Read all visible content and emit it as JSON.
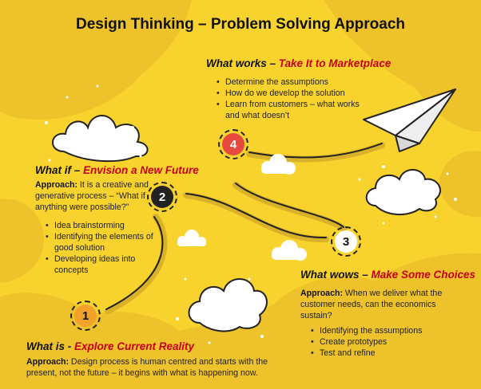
{
  "title": "Design Thinking – Problem Solving Approach",
  "colors": {
    "background": "#f8d32d",
    "accent_red": "#c8001a",
    "step1": "#f2a22a",
    "step2": "#222222",
    "step3": "#ffffff",
    "step4": "#e8493f"
  },
  "steps": [
    {
      "number": "1",
      "prefix": "What is - ",
      "title": "Explore Current Reality",
      "approach_label": "Approach:",
      "approach": " Design process is human centred and starts with the present, not the future – it begins with what is happening now.",
      "bullets": []
    },
    {
      "number": "2",
      "prefix": "What if – ",
      "title": "Envision a New Future",
      "approach_label": "Approach:",
      "approach": " It is a creative and generative process – “What if anything were possible?”",
      "bullets": [
        "Idea brainstorming",
        "Identifying the elements of good solution",
        "Developing ideas into concepts"
      ]
    },
    {
      "number": "3",
      "prefix": "What wows – ",
      "title": "Make Some Choices",
      "approach_label": "Approach:",
      "approach": " When we deliver what the customer needs, can the economics sustain?",
      "bullets": [
        "Identifying the assumptions",
        "Create prototypes",
        "Test and refine"
      ]
    },
    {
      "number": "4",
      "prefix": "What works – ",
      "title": "Take It to Marketplace",
      "bullets": [
        "Determine the assumptions",
        "How do we develop the solution",
        "Learn from customers – what works and what doesn’t"
      ]
    }
  ],
  "icons": [
    "cloud-icon",
    "paper-plane-icon"
  ]
}
